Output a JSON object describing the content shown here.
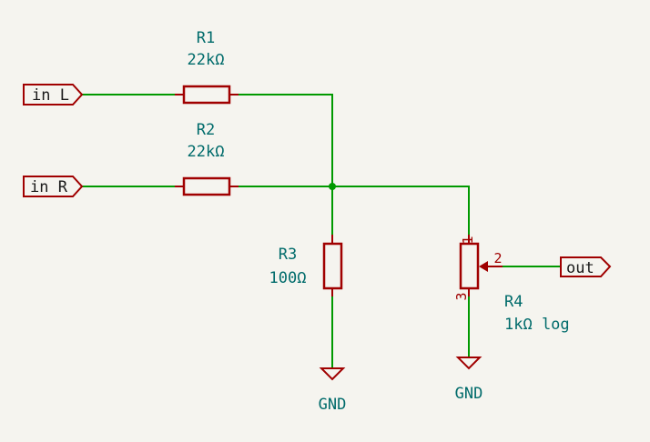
{
  "ports": {
    "in_l": "in L",
    "in_r": "in R",
    "out": "out"
  },
  "components": {
    "r1": {
      "ref": "R1",
      "value": "22kΩ"
    },
    "r2": {
      "ref": "R2",
      "value": "22kΩ"
    },
    "r3": {
      "ref": "R3",
      "value": "100Ω"
    },
    "r4": {
      "ref": "R4",
      "value": "1kΩ log",
      "pin1": "1",
      "pin2": "2",
      "pin3": "3"
    }
  },
  "power": {
    "gnd_r3": "GND",
    "gnd_r4": "GND"
  },
  "colors": {
    "background": "#f5f4ef",
    "wire": "#009900",
    "component": "#a00000",
    "reference_text": "#006b6b"
  }
}
